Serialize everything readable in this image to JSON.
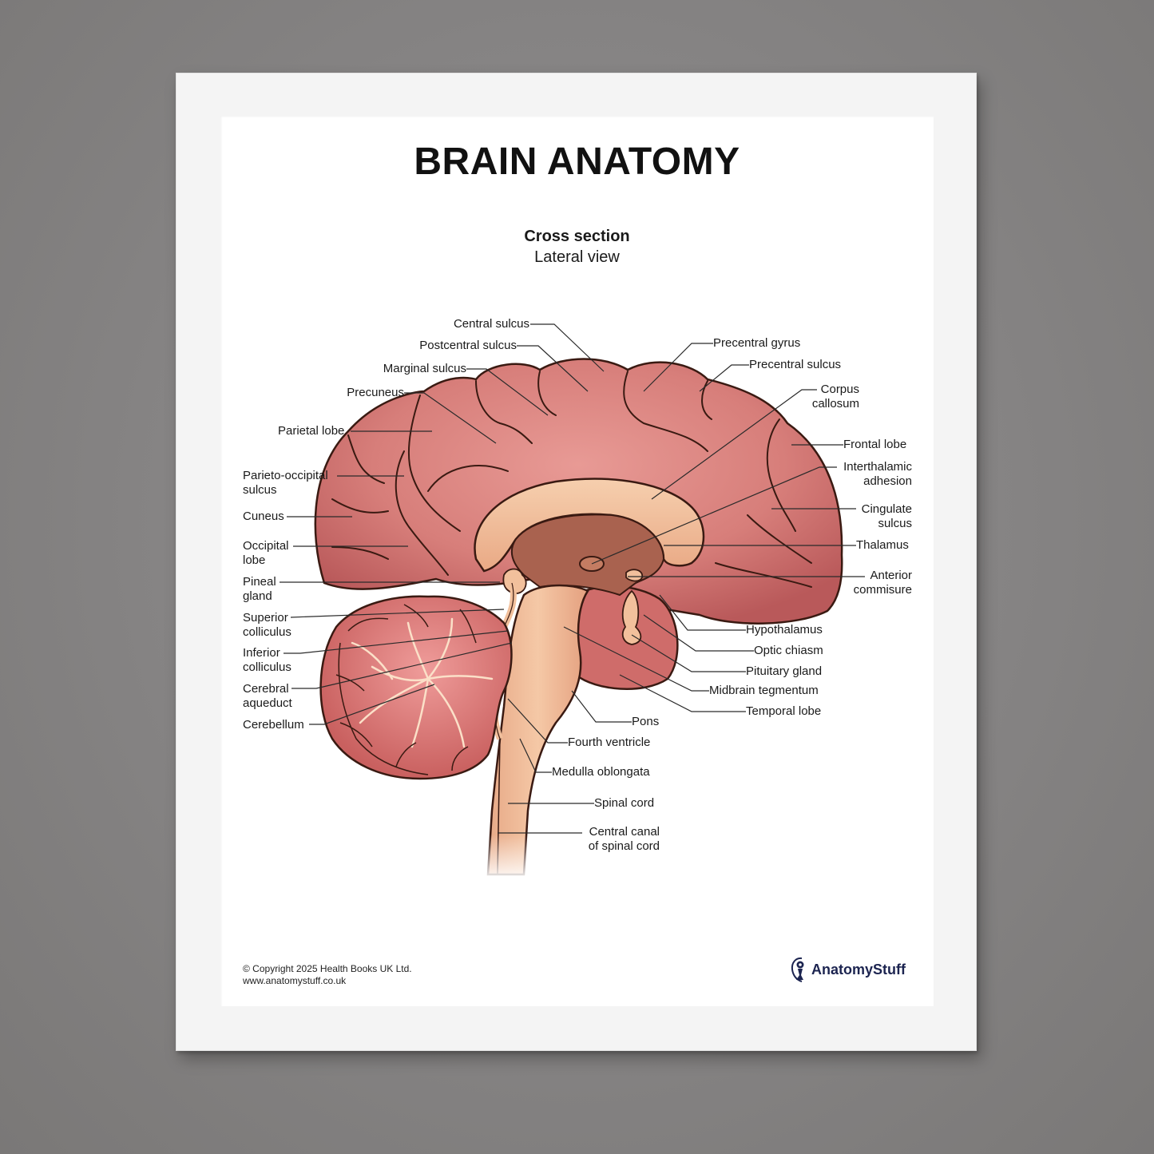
{
  "poster": {
    "title": "BRAIN ANATOMY",
    "subtitle": "Cross section",
    "view": "Lateral view"
  },
  "labels_left": [
    {
      "id": "central-sulcus",
      "text": "Central sulcus"
    },
    {
      "id": "postcentral-sulcus",
      "text": "Postcentral sulcus"
    },
    {
      "id": "marginal-sulcus",
      "text": "Marginal sulcus"
    },
    {
      "id": "precuneus",
      "text": "Precuneus"
    },
    {
      "id": "parietal-lobe",
      "text": "Parietal lobe"
    },
    {
      "id": "parieto-occipital-sulcus",
      "line1": "Parieto-occipital",
      "line2": "sulcus"
    },
    {
      "id": "cuneus",
      "text": "Cuneus"
    },
    {
      "id": "occipital-lobe",
      "line1": "Occipital",
      "line2": "lobe"
    },
    {
      "id": "pineal-gland",
      "line1": "Pineal",
      "line2": "gland"
    },
    {
      "id": "superior-colliculus",
      "line1": "Superior",
      "line2": "colliculus"
    },
    {
      "id": "inferior-colliculus",
      "line1": "Inferior",
      "line2": "colliculus"
    },
    {
      "id": "cerebral-aqueduct",
      "line1": "Cerebral",
      "line2": "aqueduct"
    },
    {
      "id": "cerebellum",
      "text": "Cerebellum"
    }
  ],
  "labels_right": [
    {
      "id": "precentral-gyrus",
      "text": "Precentral gyrus"
    },
    {
      "id": "precentral-sulcus",
      "text": "Precentral sulcus"
    },
    {
      "id": "corpus-callosum",
      "line1": "Corpus",
      "line2": "callosum"
    },
    {
      "id": "frontal-lobe",
      "text": "Frontal lobe"
    },
    {
      "id": "interthalamic-adhesion",
      "line1": "Interthalamic",
      "line2": "adhesion"
    },
    {
      "id": "cingulate-sulcus",
      "line1": "Cingulate",
      "line2": "sulcus"
    },
    {
      "id": "thalamus",
      "text": "Thalamus"
    },
    {
      "id": "anterior-commisure",
      "line1": "Anterior",
      "line2": "commisure"
    },
    {
      "id": "hypothalamus",
      "text": "Hypothalamus"
    },
    {
      "id": "optic-chiasm",
      "text": "Optic chiasm"
    },
    {
      "id": "pituitary-gland",
      "text": "Pituitary gland"
    },
    {
      "id": "midbrain-tegmentum",
      "text": "Midbrain tegmentum"
    },
    {
      "id": "temporal-lobe",
      "text": "Temporal lobe"
    }
  ],
  "labels_bottom": [
    {
      "id": "pons",
      "text": "Pons"
    },
    {
      "id": "fourth-ventricle",
      "text": "Fourth ventricle"
    },
    {
      "id": "medulla-oblongata",
      "text": "Medulla oblongata"
    },
    {
      "id": "spinal-cord",
      "text": "Spinal cord"
    },
    {
      "id": "central-canal",
      "line1": "Central canal",
      "line2": "of spinal cord"
    }
  ],
  "footer": {
    "copyright": "© Copyright 2025 Health Books UK Ltd.",
    "website": "www.anatomystuff.co.uk",
    "brand": "AnatomyStuff"
  },
  "colors": {
    "cortex": "#d97a7a",
    "cortex_dark": "#b85555",
    "white_matter": "#f2c09c",
    "thalamus": "#a8614c",
    "outline": "#3a1a12",
    "brand": "#1c2450"
  }
}
